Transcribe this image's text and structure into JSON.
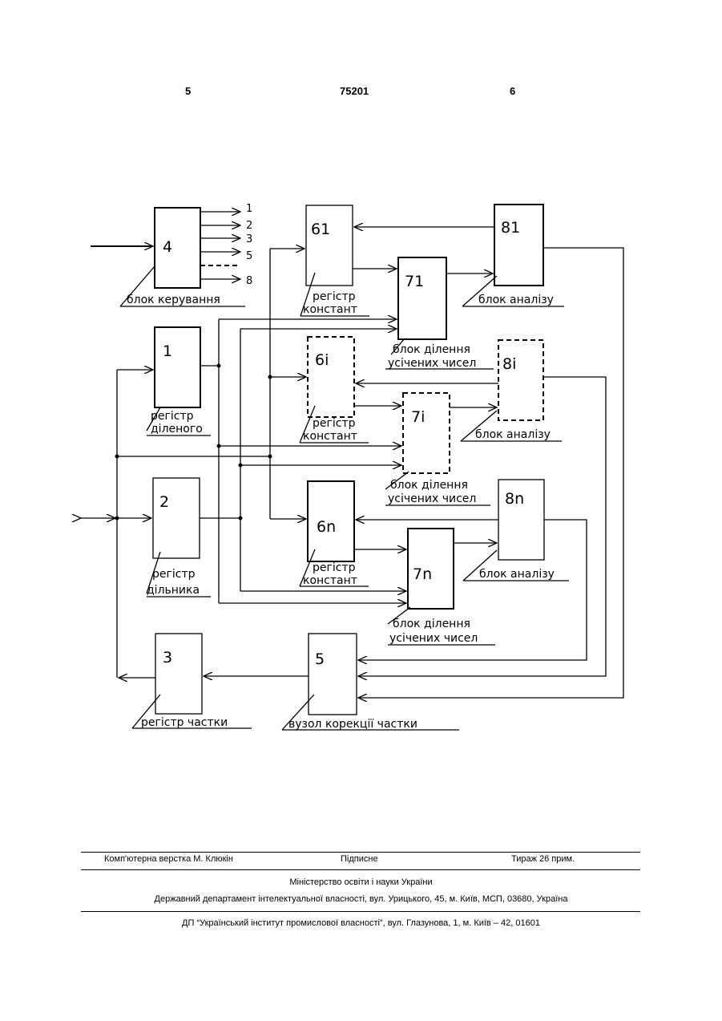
{
  "header": {
    "page_left": "5",
    "patent_number": "75201",
    "page_right": "6"
  },
  "diagram": {
    "block4": {
      "num": "4",
      "label": "блок керування",
      "outputs": [
        "1",
        "2",
        "3",
        "5",
        "8"
      ]
    },
    "block1": {
      "num": "1",
      "label1": "регістр",
      "label2": "діленого"
    },
    "block2": {
      "num": "2",
      "label1": "регістр",
      "label2": "дільника"
    },
    "block3": {
      "num": "3",
      "label": "регістр частки"
    },
    "block5": {
      "num": "5",
      "label": "вузол корекції частки"
    },
    "block6_1": {
      "num": "61",
      "label1": "регістр",
      "label2": "констант"
    },
    "block6_i": {
      "num": "6i",
      "label1": "регістр",
      "label2": "констант"
    },
    "block6_n": {
      "num": "6n",
      "label1": "регістр",
      "label2": "констант"
    },
    "block7_1": {
      "num": "71",
      "label1": "блок ділення",
      "label2": "усічених чисел"
    },
    "block7_i": {
      "num": "7i",
      "label1": "блок ділення",
      "label2": "усічених чисел"
    },
    "block7_n": {
      "num": "7n",
      "label1": "блок ділення",
      "label2": "усічених чисел"
    },
    "block8_1": {
      "num": "81",
      "label": "блок аналізу"
    },
    "block8_i": {
      "num": "8i",
      "label": "блок аналізу"
    },
    "block8_n": {
      "num": "8n",
      "label": "блок аналізу"
    }
  },
  "footer": {
    "typesetter": "Комп'ютерна верстка М. Клюкін",
    "signed": "Підписне",
    "circulation": "Тираж 26 прим.",
    "ministry": "Міністерство освіти і науки України",
    "department": "Державний департамент інтелектуальної власності, вул. Урицького, 45, м. Київ, МСП, 03680, Україна",
    "institute": "ДП “Український інститут промислової власності”, вул. Глазунова, 1, м. Київ – 42, 01601"
  }
}
